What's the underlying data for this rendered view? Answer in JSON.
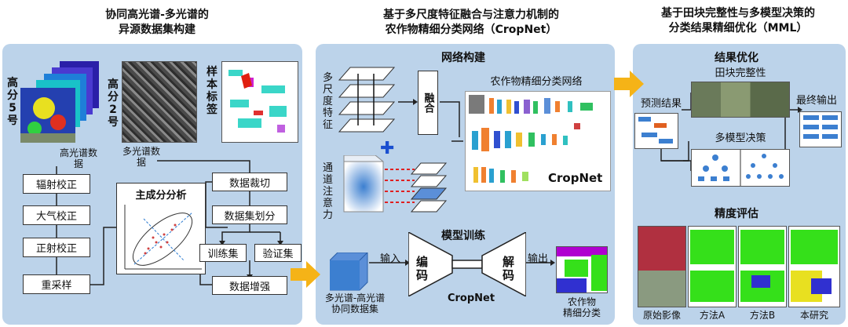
{
  "titles": {
    "col1_line1": "协同高光谱-多光谱的",
    "col1_line2": "异源数据集构建",
    "col2_line1": "基于多尺度特征融合与注意力机制的",
    "col2_line2": "农作物精细分类网络（CropNet）",
    "col3_line1": "基于田块完整性与多模型决策的",
    "col3_line2": "分类结果精细优化（MML）"
  },
  "col1": {
    "gf5_label": "高分5号",
    "gf2_label": "高分2号",
    "sample_label": "样本标签",
    "hyperspectral_data": "高光谱数据",
    "multispectral_data": "多光谱数据",
    "pca_title": "主成分分析",
    "steps": [
      "辐射校正",
      "大气校正",
      "正射校正",
      "重采样"
    ],
    "right_steps": {
      "crop": "数据裁切",
      "split": "数据集划分",
      "train": "训练集",
      "val": "验证集",
      "augment": "数据增强"
    }
  },
  "col2": {
    "network_build": "网络构建",
    "multiscale": "多尺度特征",
    "fusion": "融合",
    "channel_attention": "通道注意力",
    "crop_net_caption": "农作物精细分类网络",
    "cropnet_brand": "CropNet",
    "model_training": "模型训练",
    "input": "输入",
    "output": "输出",
    "encoder": "编码",
    "decoder": "解码",
    "cropnet_label": "CropNet",
    "dataset_label_1": "多光谱-高光谱",
    "dataset_label_2": "协同数据集",
    "result_label_1": "农作物",
    "result_label_2": "精细分类"
  },
  "col3": {
    "result_opt": "结果优化",
    "field_integrity": "田块完整性",
    "prediction": "预测结果",
    "final_output": "最终输出",
    "multi_model": "多模型决策",
    "accuracy": "精度评估",
    "eval_labels": [
      "原始影像",
      "方法A",
      "方法B",
      "本研究"
    ]
  },
  "colors": {
    "panel": "#bcd3ea",
    "arrow": "#f5b317",
    "crop_green": "#35e01a",
    "crop_blue": "#3030d0",
    "crop_purple": "#b000d0"
  }
}
